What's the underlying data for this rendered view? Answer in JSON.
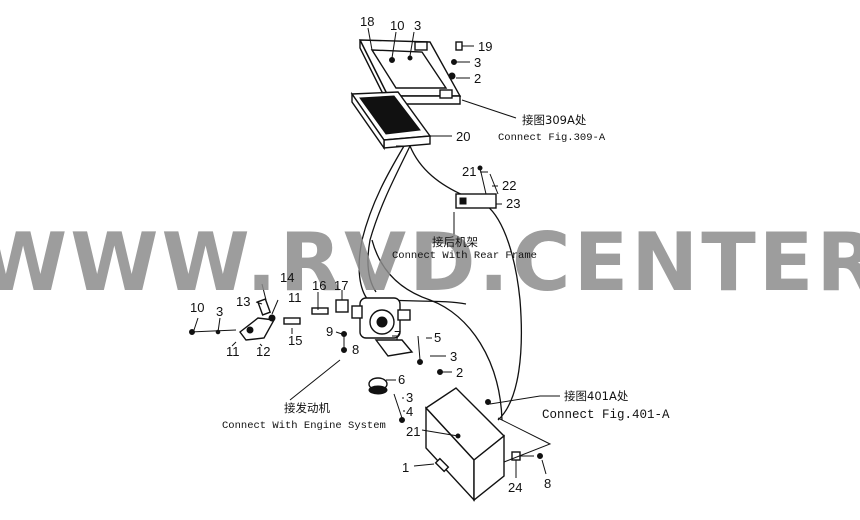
{
  "watermark": {
    "text": "WWW.RVD.CENTER",
    "color": "#8c8c8c"
  },
  "callouts": {
    "n18": "18",
    "n10a": "10",
    "n3a": "3",
    "n19": "19",
    "n3b": "3",
    "n2": "2",
    "n20": "20",
    "n21a": "21",
    "n22": "22",
    "n23": "23",
    "n14": "14",
    "n13": "13",
    "n11a": "11",
    "n17": "17",
    "n16": "16",
    "n10b": "10",
    "n3c": "3",
    "n9": "9",
    "n8a": "8",
    "n7": "7",
    "n5": "5",
    "n15": "15",
    "n11b": "11",
    "n12": "12",
    "n3d": "3",
    "n2b": "2",
    "n6": "6",
    "n3e": "3",
    "n4": "4",
    "n21b": "21",
    "n1": "1",
    "n24": "24",
    "n8b": "8"
  },
  "notes": {
    "fig309_cn": "接图309A处",
    "fig309_en": "Connect Fig.309-A",
    "rear_cn": "接后机架",
    "rear_en": "Connect With Rear Frame",
    "engine_cn": "接发动机",
    "engine_en": "Connect With Engine System",
    "fig401_cn": "接图401A处",
    "fig401_en": "Connect Fig.401-A"
  }
}
